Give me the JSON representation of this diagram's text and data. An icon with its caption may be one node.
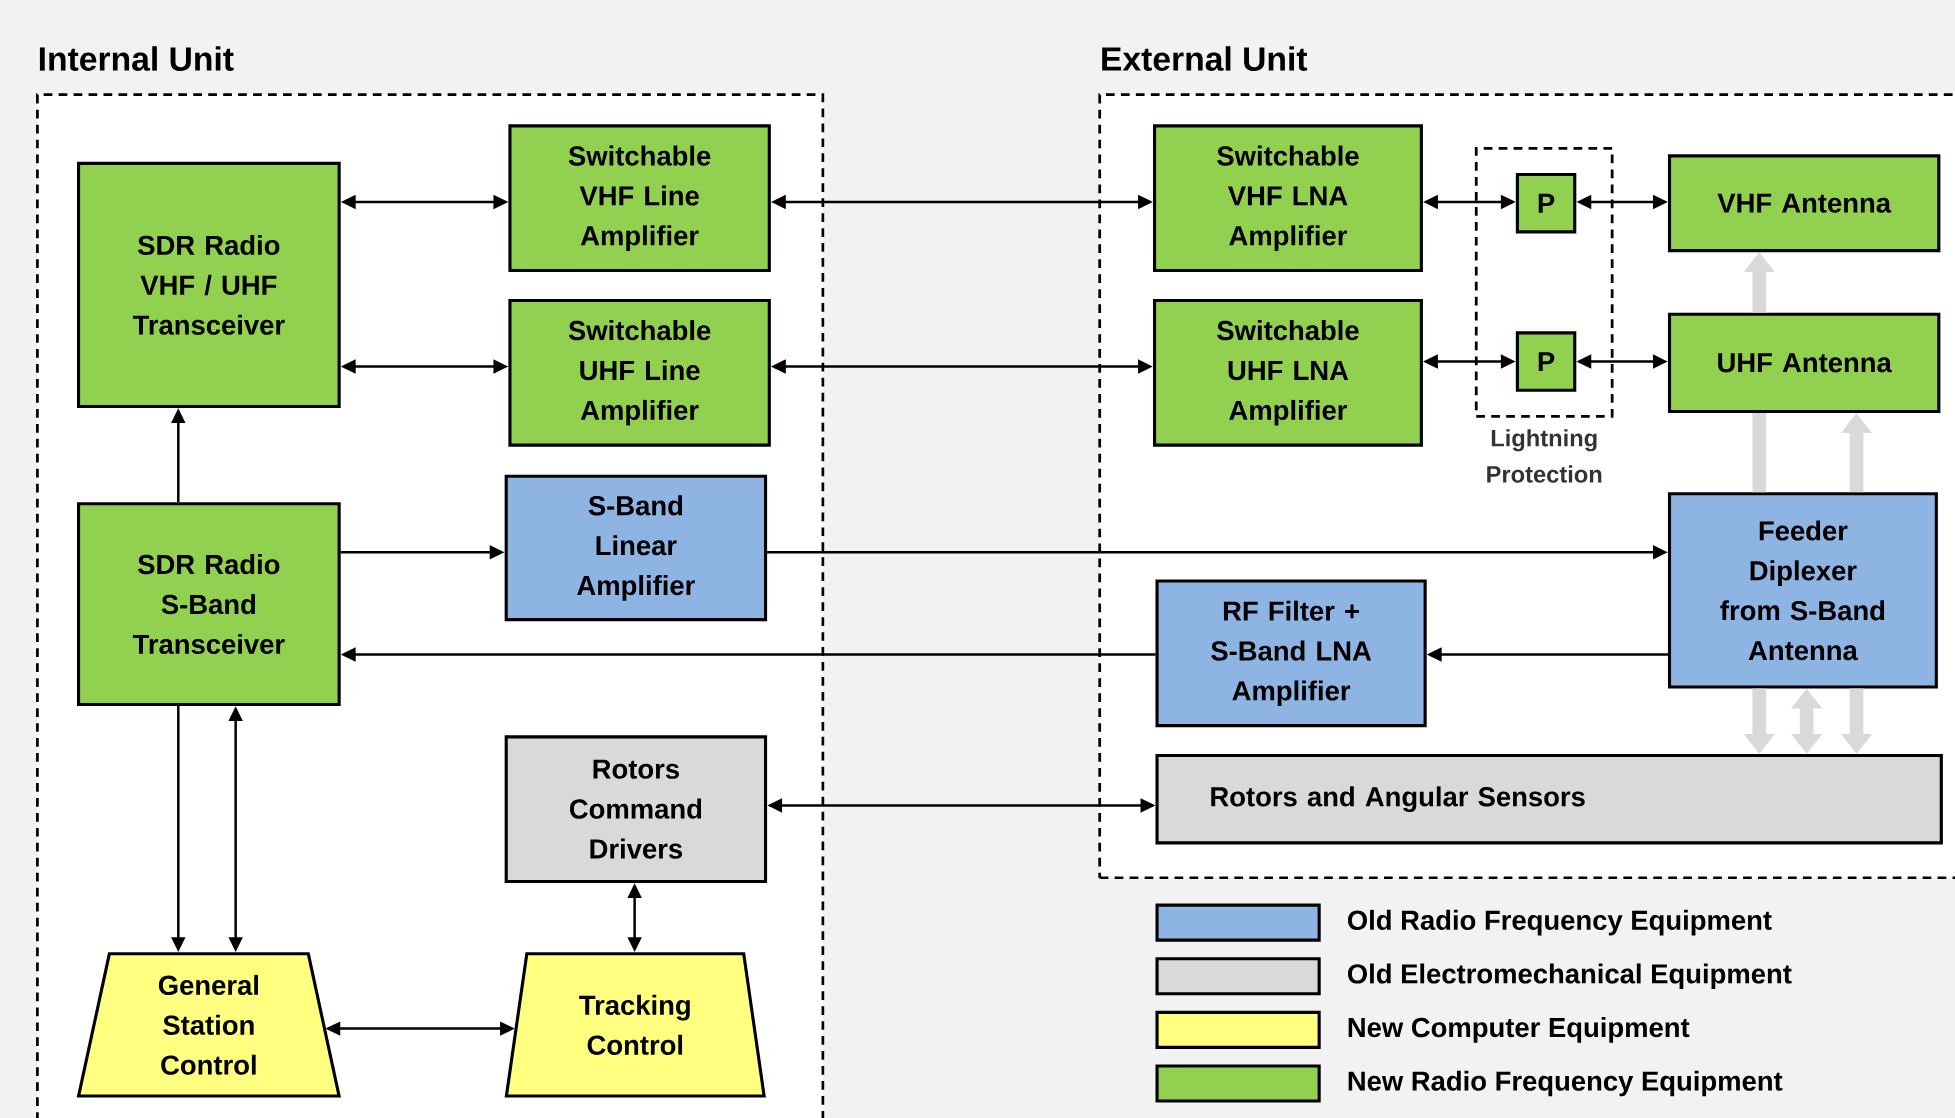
{
  "diagram": {
    "nodes": [
      {
        "text": [
          "Internal Unit"
        ]
      },
      {
        "text": [
          "External Unit"
        ]
      },
      {
        "text": [
          "SDR Radio VHF / UHF Transceiver"
        ],
        "in": 0
      },
      {
        "text": [
          "Switchable VHF Line Amplifier"
        ],
        "in": 0
      },
      {
        "text": [
          "Switchable UHF Line Amplifier"
        ],
        "in": 0
      },
      {
        "text": [
          "SDR Radio S-Band Transceiver"
        ],
        "in": 0
      },
      {
        "text": [
          "S-Band Linear Amplifier"
        ],
        "in": 0
      },
      {
        "text": [
          "Rotors Command Drivers"
        ],
        "in": 0
      },
      {
        "text": [
          "General Station Control"
        ],
        "in": 0
      },
      {
        "text": [
          "Tracking Control"
        ],
        "in": 0
      },
      {
        "text": [
          "Switchable VHF LNA Amplifier"
        ],
        "in": 1
      },
      {
        "text": [
          "Switchable UHF LNA Amplifier"
        ],
        "in": 1
      },
      {
        "text": [
          "Lightning Protection"
        ],
        "in": 1
      },
      {
        "text": [
          "P"
        ],
        "in": 12
      },
      {
        "text": [
          "P"
        ],
        "in": 12
      },
      {
        "text": [
          "VHF Antenna"
        ],
        "in": 1
      },
      {
        "text": [
          "UHF Antenna"
        ],
        "in": 1
      },
      {
        "text": [
          "Feeder Diplexer from S-Band Antenna"
        ],
        "in": 1
      },
      {
        "text": [
          "RF Filter + S-Band LNA Amplifier"
        ],
        "in": 1
      },
      {
        "text": [
          "Rotors and Angular Sensors"
        ],
        "in": 1
      }
    ],
    "edges": [
      {
        "from": 2,
        "to": 3,
        "arrow": "both"
      },
      {
        "from": 2,
        "to": 4,
        "arrow": "both"
      },
      {
        "from": 5,
        "to": 2,
        "arrow": "to"
      },
      {
        "from": 3,
        "to": 10,
        "arrow": "both"
      },
      {
        "from": 4,
        "to": 11,
        "arrow": "both"
      },
      {
        "from": 10,
        "to": 13,
        "arrow": "both"
      },
      {
        "from": 13,
        "to": 15,
        "arrow": "both"
      },
      {
        "from": 11,
        "to": 14,
        "arrow": "both"
      },
      {
        "from": 14,
        "to": 16,
        "arrow": "both"
      },
      {
        "from": 5,
        "to": 6,
        "arrow": "to"
      },
      {
        "from": 6,
        "to": 17,
        "arrow": "to"
      },
      {
        "from": 17,
        "to": 18,
        "arrow": "to"
      },
      {
        "from": 18,
        "to": 5,
        "arrow": "to"
      },
      {
        "from": 7,
        "to": 19,
        "arrow": "both"
      },
      {
        "from": 5,
        "to": 8,
        "arrow": "to"
      },
      {
        "from": 5,
        "to": 8,
        "arrow": "both"
      },
      {
        "from": 7,
        "to": 9,
        "arrow": "both"
      },
      {
        "from": 8,
        "to": 9,
        "arrow": "both"
      },
      {
        "from": 17,
        "to": 16,
        "arrow": "none",
        "style": "thick",
        "color": "#d9d9d9"
      },
      {
        "from": 16,
        "to": 15,
        "arrow": "to",
        "style": "thick",
        "color": "#d9d9d9"
      },
      {
        "from": 17,
        "to": 16,
        "arrow": "to",
        "style": "thick",
        "color": "#d9d9d9"
      },
      {
        "from": 17,
        "to": 19,
        "arrow": "to",
        "style": "thick",
        "color": "#d9d9d9"
      },
      {
        "from": 17,
        "to": 19,
        "arrow": "both",
        "style": "thick",
        "color": "#d9d9d9"
      },
      {
        "from": 17,
        "to": 19,
        "arrow": "to",
        "style": "thick",
        "color": "#d9d9d9"
      }
    ],
    "legend": [
      {
        "text": "Old Radio Frequency Equipment",
        "color": "#8eb4e3"
      },
      {
        "text": "Old Electromechanical Equipment",
        "color": "#d9d9d9"
      },
      {
        "text": "New Computer Equipment",
        "color": "#ffff80"
      },
      {
        "text": "New Radio Frequency Equipment",
        "color": "#92d050"
      }
    ]
  }
}
